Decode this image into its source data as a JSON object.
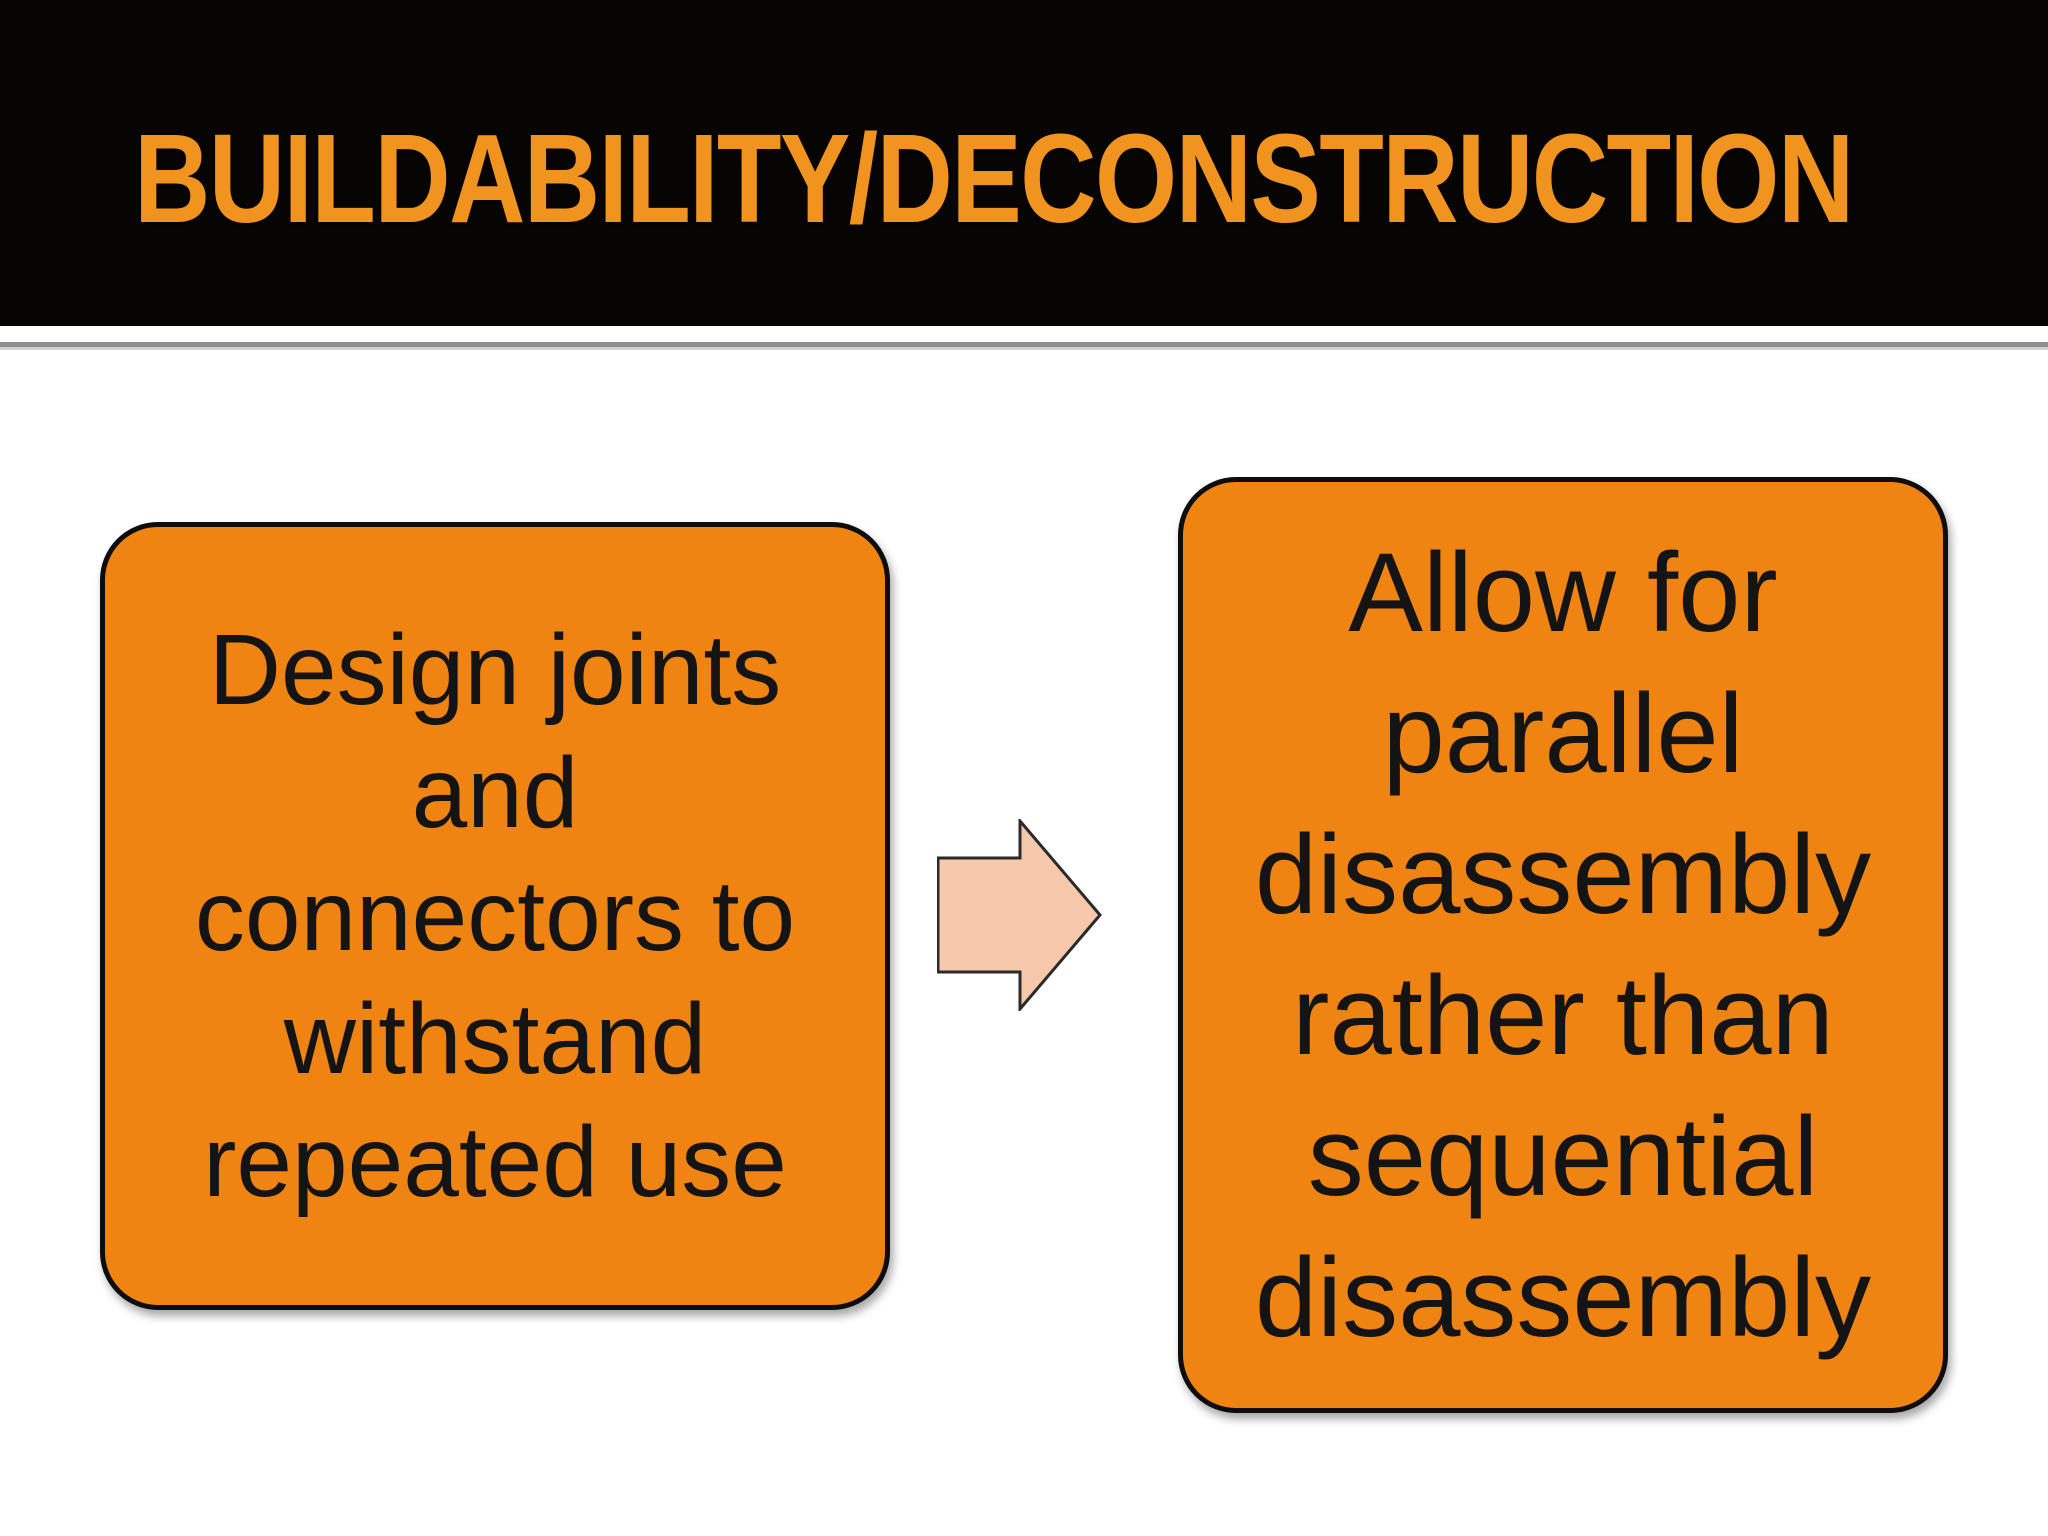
{
  "slide": {
    "title": "BUILDABILITY/DECONSTRUCTION",
    "title_color": "#F0931F",
    "header_bg": "#070503",
    "divider_color": "#8F8F8F",
    "background": "#FFFFFF"
  },
  "diagram": {
    "box_fill": "#EF8412",
    "box_border": "#0D0D0D",
    "text_color": "#141414",
    "arrow_fill": "#F7C9AC",
    "arrow_border": "#2A2A2A",
    "left_box": {
      "text": "Design joints and connectors to withstand repeated use",
      "lines": [
        "Design joints",
        "and",
        "connectors to",
        "withstand",
        "repeated use"
      ]
    },
    "right_box": {
      "text": "Allow for parallel disassembly rather than sequential disassembly",
      "lines": [
        "Allow for",
        "parallel",
        "disassembly",
        "rather than",
        "sequential",
        "disassembly"
      ]
    },
    "arrow_icon": "right-arrow"
  }
}
